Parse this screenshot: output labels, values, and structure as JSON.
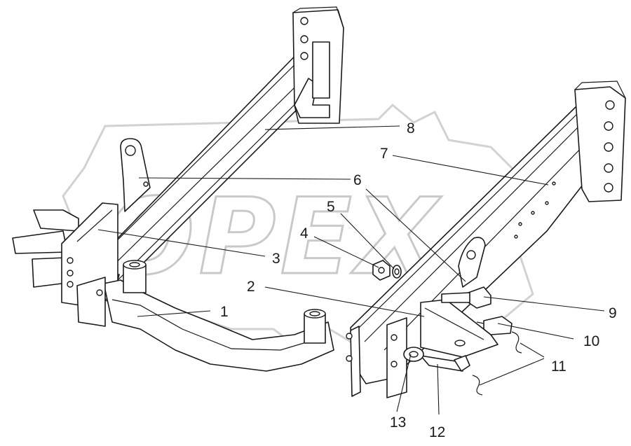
{
  "watermark": {
    "text": "OPEX"
  },
  "callouts": [
    {
      "id": "1",
      "label": "1"
    },
    {
      "id": "2",
      "label": "2"
    },
    {
      "id": "3",
      "label": "3"
    },
    {
      "id": "4",
      "label": "4"
    },
    {
      "id": "5",
      "label": "5"
    },
    {
      "id": "6",
      "label": "6"
    },
    {
      "id": "7",
      "label": "7"
    },
    {
      "id": "8",
      "label": "8"
    },
    {
      "id": "9",
      "label": "9"
    },
    {
      "id": "10",
      "label": "10"
    },
    {
      "id": "11",
      "label": "11"
    },
    {
      "id": "12",
      "label": "12"
    },
    {
      "id": "13",
      "label": "13"
    }
  ],
  "colors": {
    "line": "#1a1a1a",
    "watermark": "#c9c9c9",
    "background": "#ffffff"
  }
}
